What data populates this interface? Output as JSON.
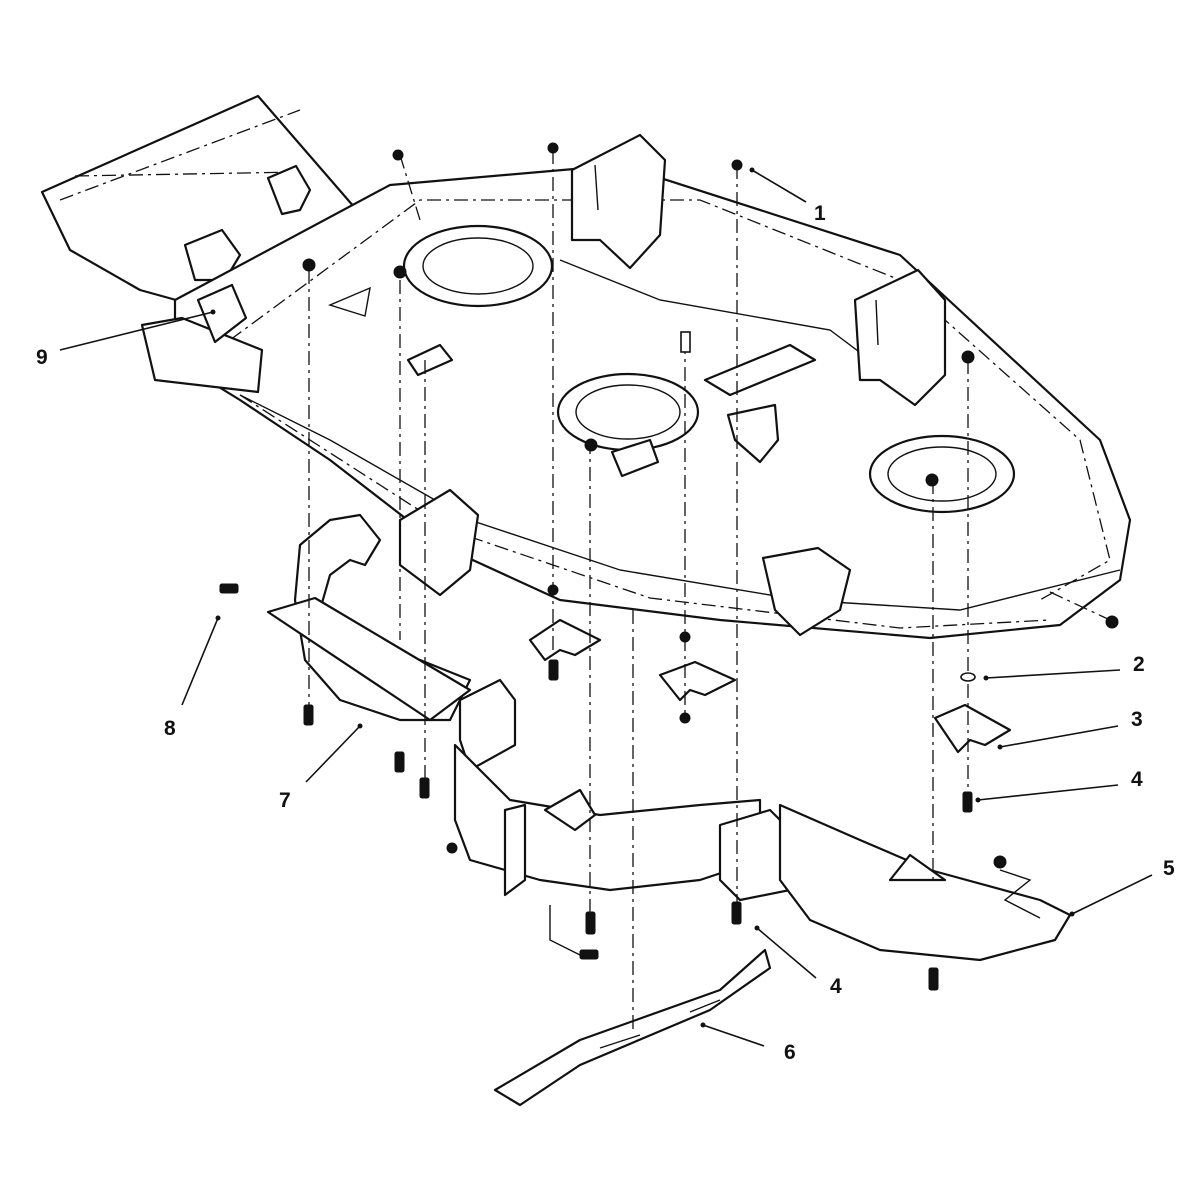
{
  "diagram": {
    "callouts": [
      {
        "id": "1",
        "text": "1"
      },
      {
        "id": "2",
        "text": "2"
      },
      {
        "id": "3",
        "text": "3"
      },
      {
        "id": "4a",
        "text": "4"
      },
      {
        "id": "4b",
        "text": "4"
      },
      {
        "id": "5",
        "text": "5"
      },
      {
        "id": "6",
        "text": "6"
      },
      {
        "id": "7",
        "text": "7"
      },
      {
        "id": "8",
        "text": "8"
      },
      {
        "id": "9",
        "text": "9"
      }
    ]
  }
}
